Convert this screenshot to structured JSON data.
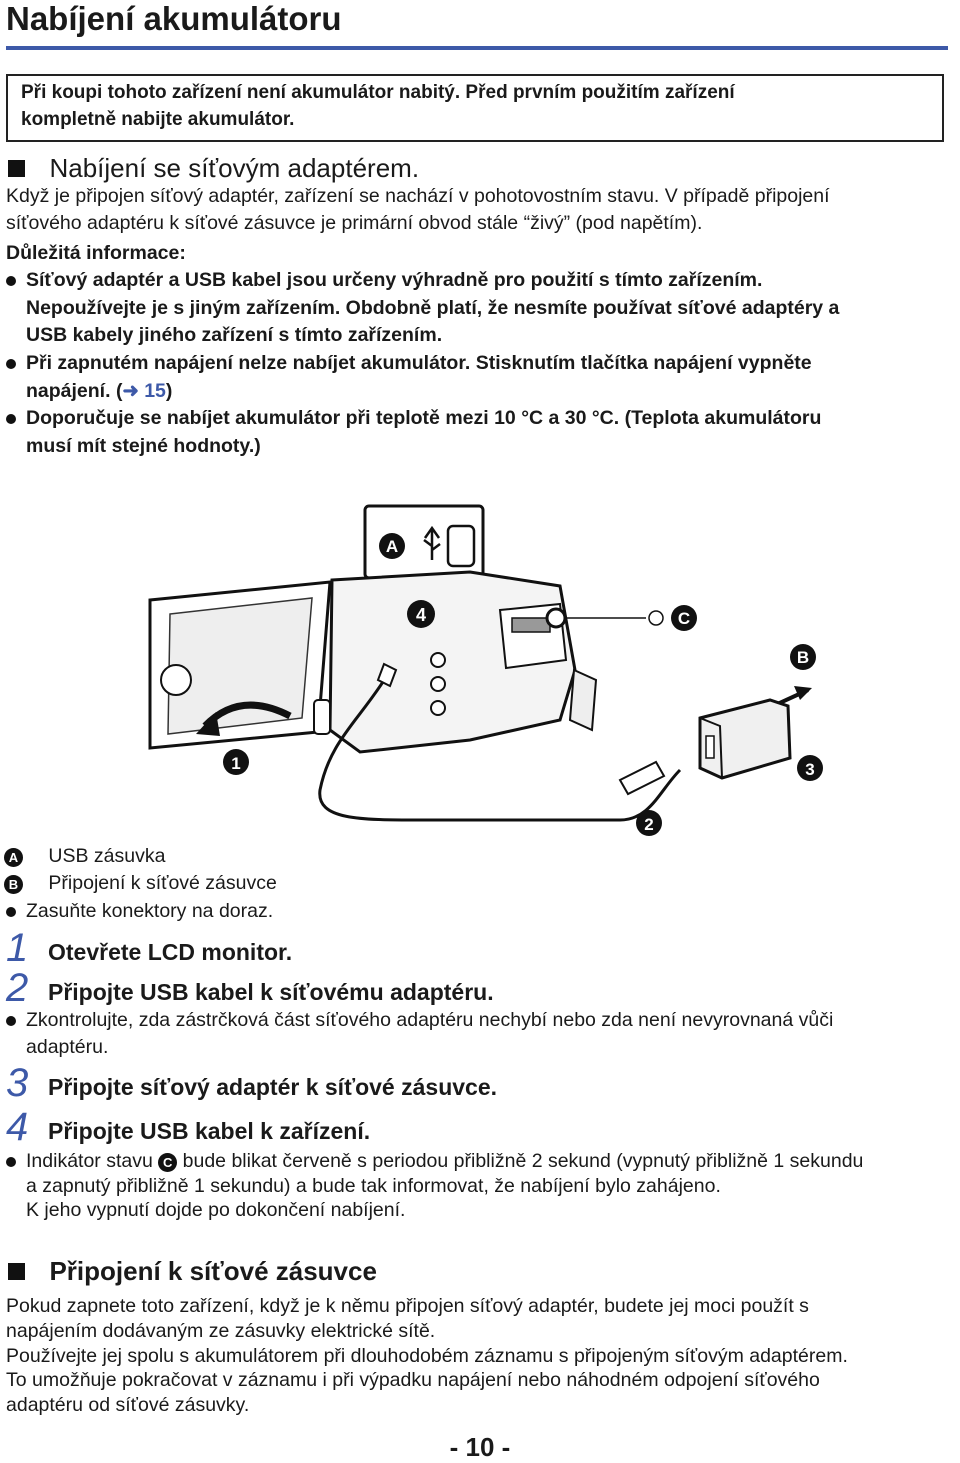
{
  "title": "Nabíjení akumulátoru",
  "note": {
    "line1": "Při koupi tohoto zařízení není akumulátor nabitý. Před prvním použitím zařízení",
    "line2": "kompletně nabijte akumulátor."
  },
  "section1": {
    "heading": "Nabíjení se síťovým adaptérem.",
    "p1_line1": "Když je připojen síťový adaptér, zařízení se nachází v pohotovostním stavu. V případě připojení",
    "p1_line2": "síťového adaptéru k síťové zásuvce je primární obvod stále “živý” (pod napětím).",
    "important": "Důležitá informace:",
    "bullets": [
      {
        "line1": "Síťový adaptér a USB kabel jsou určeny výhradně pro použití s tímto zařízením.",
        "line2": "Nepoužívejte je s jiným zařízením. Obdobně platí, že nesmíte používat síťové adaptéry a",
        "line3": "USB kabely jiného zařízení s tímto zařízením."
      },
      {
        "line1": "Při zapnutém napájení nelze nabíjet akumulátor. Stisknutím tlačítka napájení vypněte",
        "line2_pre": "napájení. (",
        "line2_link": "➜ 15",
        "line2_post": ")"
      },
      {
        "line1": "Doporučuje se nabíjet akumulátor při teplotě mezi 10 °C a 30 °C. (Teplota akumulátoru",
        "line2": "musí mít stejné hodnoty.)"
      }
    ]
  },
  "figure": {
    "label_a": "A",
    "label_b": "B",
    "label_c": "C",
    "step1": "1",
    "step2": "2",
    "step3": "3",
    "step4": "4"
  },
  "legend": {
    "a_letter": "A",
    "a_text": "USB zásuvka",
    "b_letter": "B",
    "b_text": "Připojení k síťové zásuvce",
    "bullet": "Zasuňte konektory na doraz."
  },
  "steps": [
    {
      "num": "1",
      "text": "Otevřete LCD monitor."
    },
    {
      "num": "2",
      "text": "Připojte USB kabel k síťovému adaptéru.",
      "note_line1": "Zkontrolujte, zda zástrčková část síťového adaptéru nechybí nebo zda není nevyrovnaná vůči",
      "note_line2": "adaptéru."
    },
    {
      "num": "3",
      "text": "Připojte síťový adaptér k síťové zásuvce."
    },
    {
      "num": "4",
      "text": "Připojte USB kabel k zařízení.",
      "note_pre": "Indikátor stavu ",
      "note_letter": "C",
      "note_post": " bude blikat červeně s periodou přibližně 2 sekund (vypnutý přibližně 1 sekundu",
      "note_line2": "a zapnutý přibližně 1 sekundu) a bude tak informovat, že nabíjení bylo zahájeno.",
      "note_line3": "K jeho vypnutí dojde po dokončení nabíjení."
    }
  ],
  "section2": {
    "heading": "Připojení k síťové zásuvce",
    "line1": "Pokud zapnete toto zařízení, když je k němu připojen síťový adaptér, budete jej moci použít s",
    "line2": "napájením dodávaným ze zásuvky elektrické sítě.",
    "line3": "Používejte jej spolu s akumulátorem při dlouhodobém záznamu s připojeným síťovým adaptérem.",
    "line4": "To umožňuje pokračovat v záznamu i při výpadku napájení nebo náhodném odpojení síťového",
    "line5": "adaptéru od síťové zásuvky."
  },
  "page_number": "- 10 -",
  "colors": {
    "accent": "#3d59a8",
    "text": "#1a1a1a"
  }
}
